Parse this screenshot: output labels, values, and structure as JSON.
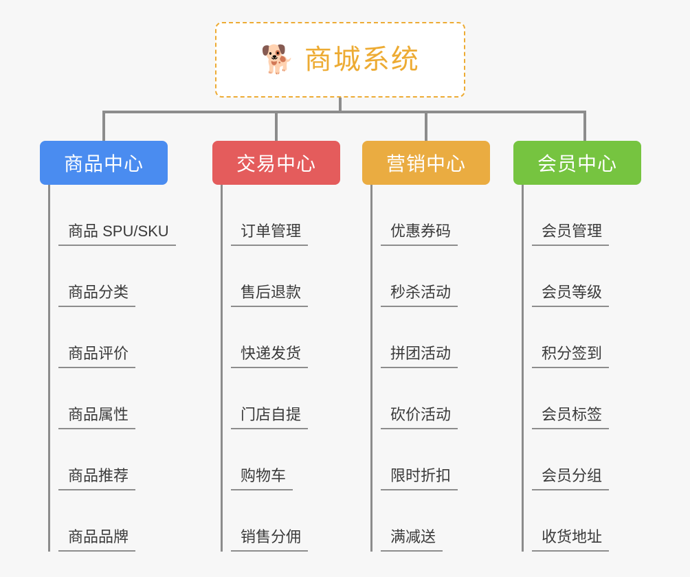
{
  "page": {
    "background_color": "#f7f7f7",
    "connector_color": "#8c8c8c",
    "leaf_text_color": "#3a3a3a"
  },
  "root": {
    "icon": "shiba-dog-face-emoji",
    "emoji": "🐕",
    "title": "商城系统",
    "border_color": "#edab33",
    "text_color": "#edab33",
    "background_color": "#ffffff"
  },
  "columns": [
    {
      "id": "product-center",
      "header": "商品中心",
      "color": "#4a8cf0",
      "items": [
        "商品 SPU/SKU",
        "商品分类",
        "商品评价",
        "商品属性",
        "商品推荐",
        "商品品牌"
      ]
    },
    {
      "id": "trade-center",
      "header": "交易中心",
      "color": "#e45c5c",
      "items": [
        "订单管理",
        "售后退款",
        "快递发货",
        "门店自提",
        "购物车",
        "销售分佣"
      ]
    },
    {
      "id": "marketing-center",
      "header": "营销中心",
      "color": "#eaac41",
      "items": [
        "优惠券码",
        "秒杀活动",
        "拼团活动",
        "砍价活动",
        "限时折扣",
        "满减送"
      ]
    },
    {
      "id": "member-center",
      "header": "会员中心",
      "color": "#76c440",
      "items": [
        "会员管理",
        "会员等级",
        "积分签到",
        "会员标签",
        "会员分组",
        "收货地址"
      ]
    }
  ]
}
